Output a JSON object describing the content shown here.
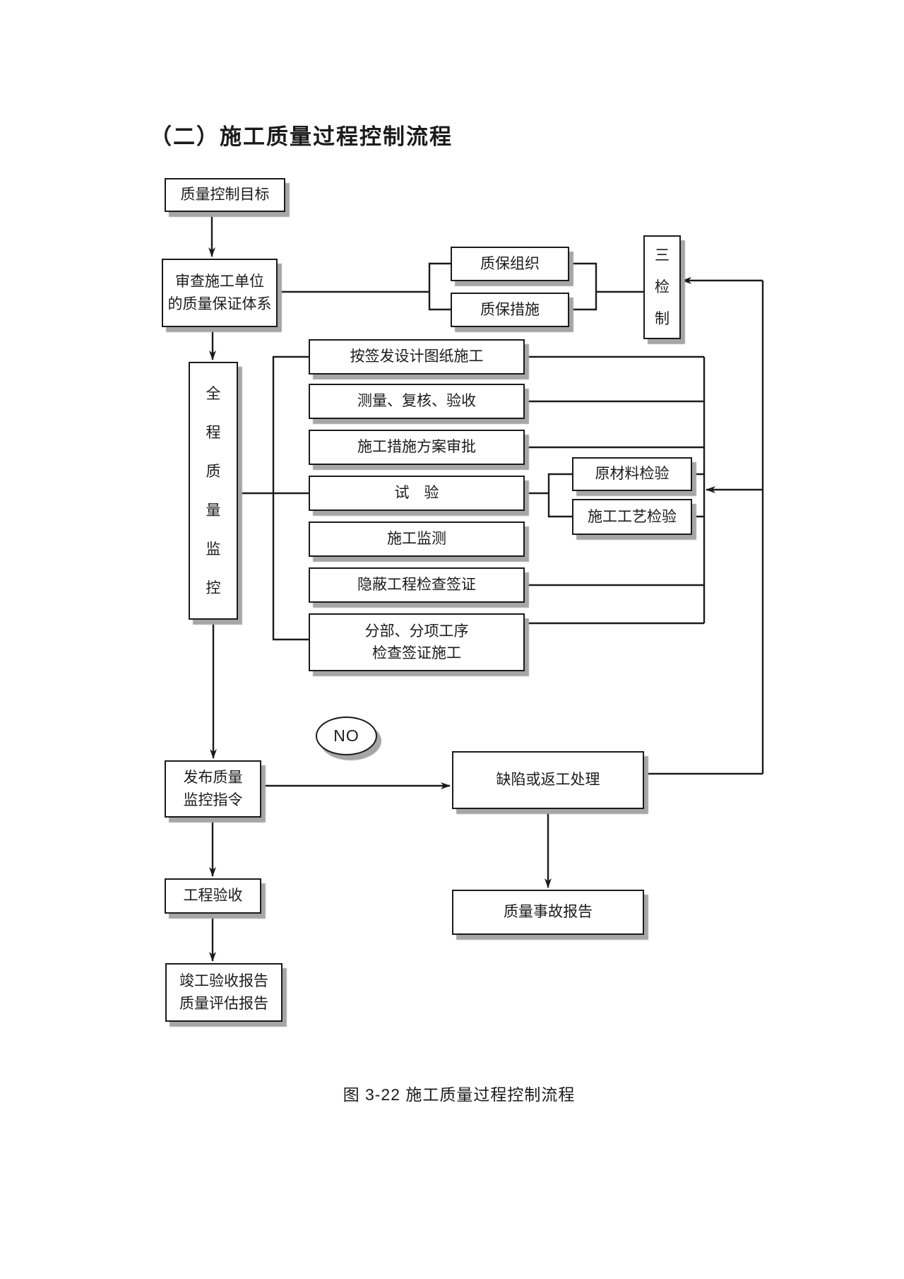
{
  "title": "（二）施工质量过程控制流程",
  "caption": "图 3-22 施工质量过程控制流程",
  "nodes": {
    "quality_goal": "质量控制目标",
    "review": "审查施工单位\n的质量保证体系",
    "qa_org": "质保组织",
    "qa_measure": "质保措施",
    "three_check": "三\n检\n制",
    "full_monitor": "全\n程\n质\n量\n监\n控",
    "per_design": "按签发设计图纸施工",
    "survey": "测量、复核、验收",
    "plan_approval": "施工措施方案审批",
    "test": "试　验",
    "monitoring": "施工监测",
    "hidden_check": "隐蔽工程检查签证",
    "subdivision": "分部、分项工序\n检查签证施工",
    "raw_material": "原材料检验",
    "process_check": "施工工艺检验",
    "no_label": "NO",
    "issue_order": "发布质量\n监控指令",
    "defect": "缺陷或返工处理",
    "acceptance": "工程验收",
    "completion": "竣工验收报告\n质量评估报告",
    "accident": "质量事故报告"
  }
}
